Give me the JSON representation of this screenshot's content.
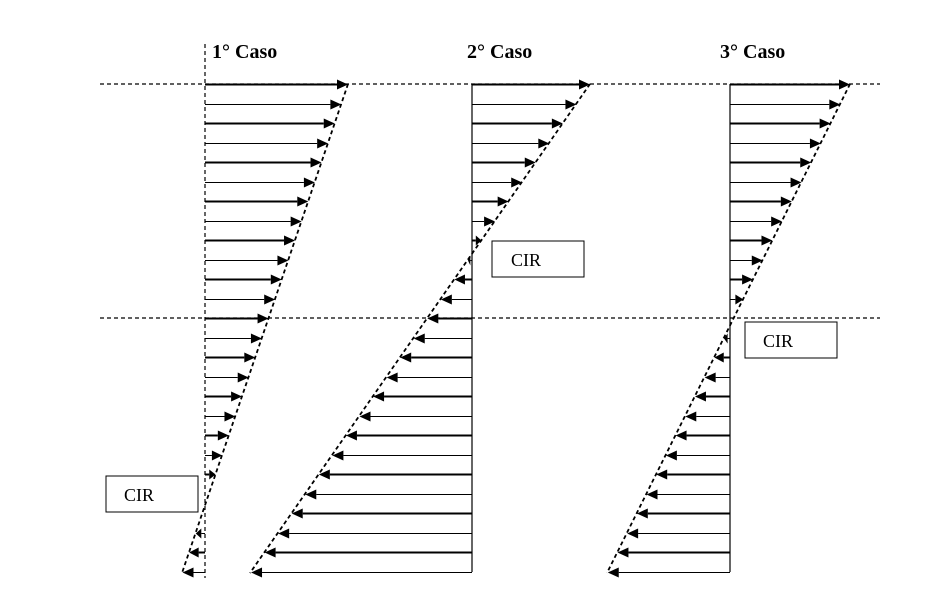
{
  "diagram": {
    "cases": [
      {
        "title": "1° Caso",
        "cir_label": "CIR"
      },
      {
        "title": "2° Caso",
        "cir_label": "CIR"
      },
      {
        "title": "3° Caso",
        "cir_label": "CIR"
      }
    ]
  }
}
